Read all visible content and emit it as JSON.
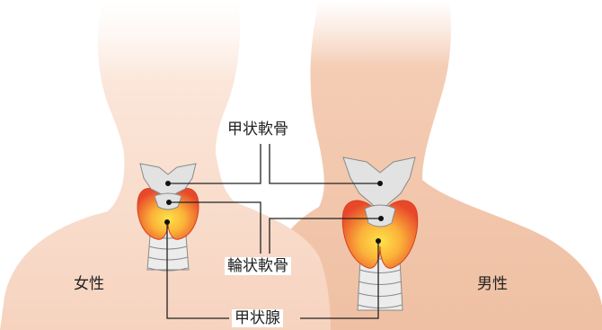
{
  "labels": {
    "thyroid_cartilage": "甲状軟骨",
    "cricoid_cartilage": "輪状軟骨",
    "thyroid_gland": "甲状腺",
    "female": "女性",
    "male": "男性"
  },
  "colors": {
    "skin_female": "#f9dccb",
    "skin_male": "#f2c4a8",
    "cartilage": "#e2e2e2",
    "cartilage_stroke": "#8a8a8a",
    "gland_outer": "#e9542a",
    "gland_inner": "#fbd43a",
    "leader_line": "#222222"
  }
}
